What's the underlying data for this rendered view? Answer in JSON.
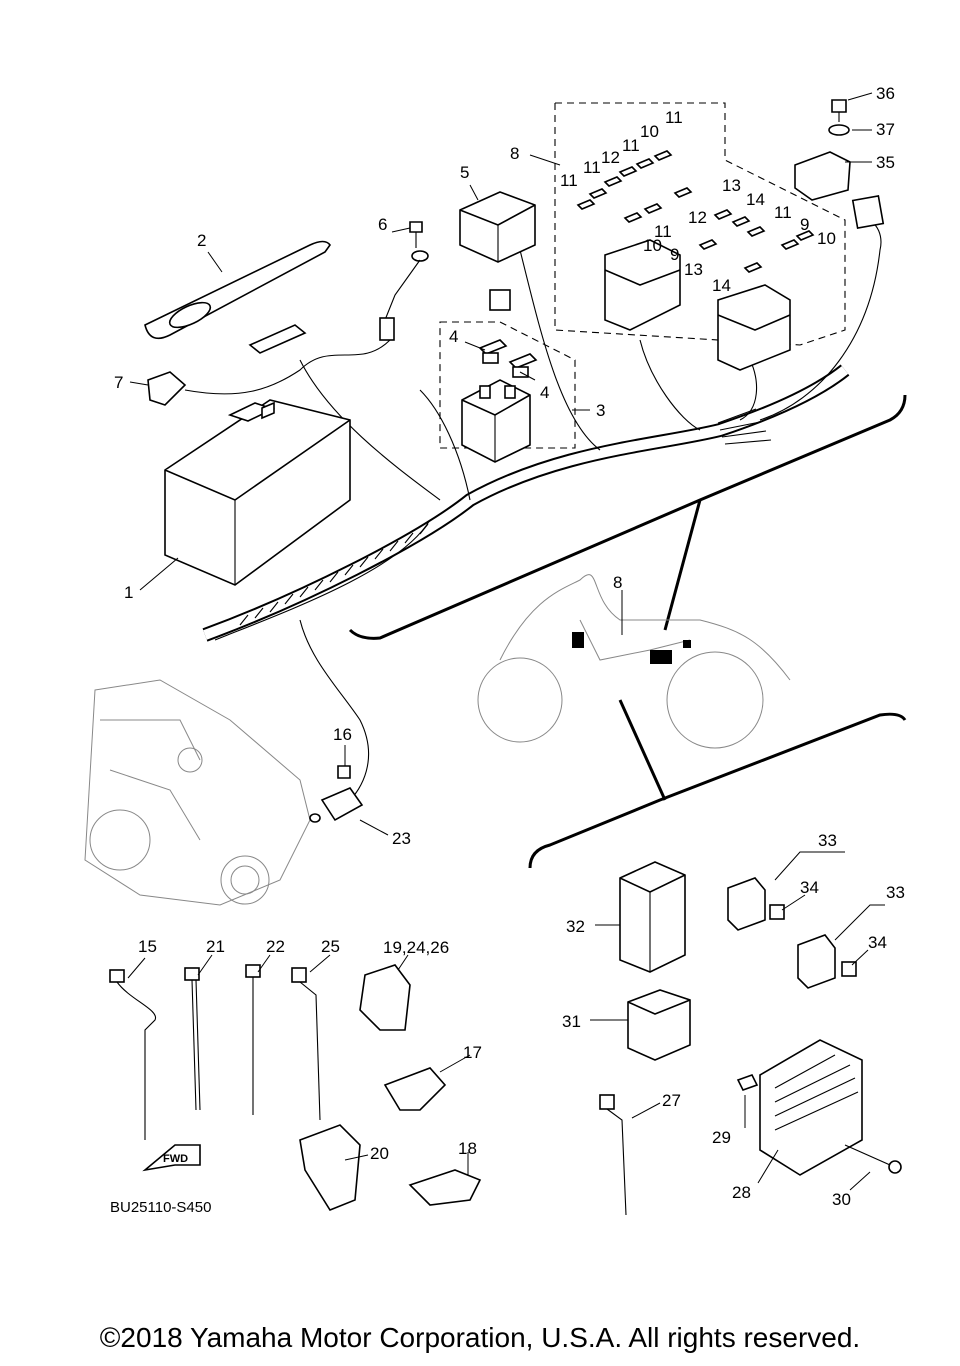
{
  "diagram": {
    "drawing_code": "BU25110-S450",
    "fwd_label": "FWD",
    "callouts": {
      "c1": "1",
      "c2": "2",
      "c3": "3",
      "c4a": "4",
      "c4b": "4",
      "c5": "5",
      "c6": "6",
      "c7": "7",
      "c8a": "8",
      "c8b": "8",
      "c9a": "9",
      "c9b": "9",
      "c10a": "10",
      "c10b": "10",
      "c10c": "10",
      "c11a": "11",
      "c11b": "11",
      "c11c": "11",
      "c11d": "11",
      "c11e": "11",
      "c12a": "12",
      "c12b": "12",
      "c13a": "13",
      "c13b": "13",
      "c14a": "14",
      "c14b": "14",
      "c15": "15",
      "c16": "16",
      "c17": "17",
      "c18": "18",
      "c192426": "19,24,26",
      "c20": "20",
      "c21": "21",
      "c22": "22",
      "c23": "23",
      "c25": "25",
      "c27": "27",
      "c28": "28",
      "c29": "29",
      "c30": "30",
      "c31": "31",
      "c32": "32",
      "c33a": "33",
      "c33b": "33",
      "c34a": "34",
      "c34b": "34",
      "c35": "35",
      "c36": "36",
      "c37": "37"
    }
  },
  "footer": {
    "copyright": "©2018 Yamaha Motor Corporation, U.S.A. All rights reserved."
  }
}
